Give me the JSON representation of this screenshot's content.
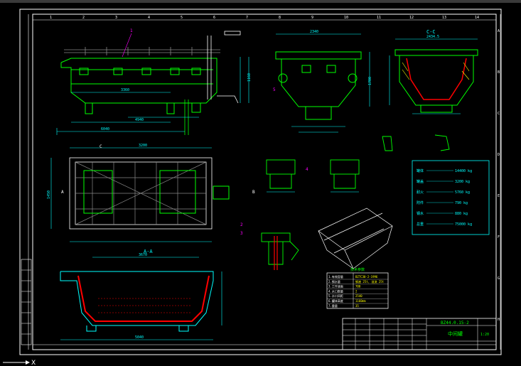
{
  "drawing": {
    "title_block": {
      "drawing_no": "BZ44.0.15-2",
      "name": "中间罐",
      "scale_label": "1:20"
    },
    "views": {
      "section_cc": "C-C",
      "section_aa": "A-A"
    },
    "dims": {
      "top_len": "3360",
      "bottom_len": "4940",
      "overall_len": "6040",
      "plan_width": "3200",
      "plan_depth": "1450",
      "end_width": "2340",
      "cc_width": "2434.5",
      "aa_len": "5040",
      "aa_inner": "3670",
      "height": "1160",
      "side": "1700"
    },
    "markers": {
      "c_mark": "C",
      "a_mark": "A",
      "b_mark": "B",
      "item1": "1",
      "item2": "2",
      "item3": "3",
      "item4": "4",
      "item5": "5"
    },
    "weights_table": {
      "rows": [
        {
          "label": "罐体",
          "value": "14400 kg"
        },
        {
          "label": "罐盖",
          "value": "3200 kg"
        },
        {
          "label": "耐火",
          "value": "5760 kg"
        },
        {
          "label": "附件",
          "value": "790 kg"
        },
        {
          "label": "钢水",
          "value": "880 kg"
        },
        {
          "label": "总重",
          "value": "75000 kg"
        }
      ]
    },
    "tech_table": {
      "title": "技术参数",
      "rows": [
        {
          "k": "1.有效容量",
          "v": "BZTC30-2-1996"
        },
        {
          "k": "2.钢水量",
          "v": "钢液 25t, 溢流 25t"
        },
        {
          "k": "3.工作液面",
          "v": "700"
        },
        {
          "k": "4.水口数量",
          "v": "2"
        },
        {
          "k": "5.水口间距",
          "v": "2540"
        },
        {
          "k": "6.罐体高度",
          "v": "1160mm"
        },
        {
          "k": "7.重量",
          "v": "35"
        }
      ]
    },
    "ruler_top": [
      "1",
      "2",
      "3",
      "4",
      "5",
      "6",
      "7",
      "8",
      "9",
      "10",
      "11",
      "12",
      "13",
      "14"
    ],
    "ruler_side": [
      "A",
      "B",
      "C",
      "D",
      "E",
      "F",
      "G",
      "H"
    ],
    "colors": {
      "frame": "#ffffff",
      "outline": "#00ff00",
      "dim": "#00ffff",
      "label": "#ff00ff",
      "refractory": "#ff0000",
      "hatch": "#ffff00",
      "title": "#00ff00"
    }
  }
}
